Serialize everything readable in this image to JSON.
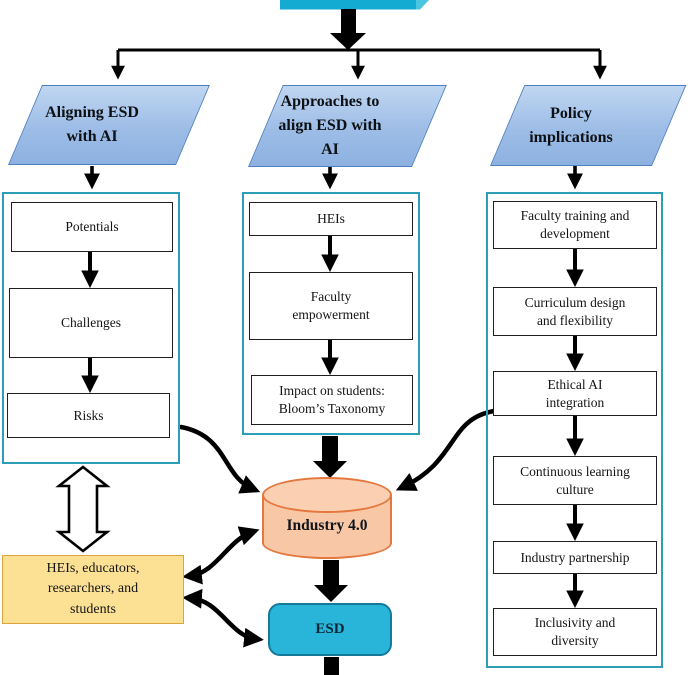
{
  "diagram": {
    "branches": [
      {
        "title": "Aligning ESD\nwith AI",
        "items": [
          "Potentials",
          "Challenges",
          "Risks"
        ]
      },
      {
        "title": "Approaches to\nalign ESD with\nAI",
        "items": [
          "HEIs",
          "Faculty\nempowerment",
          "Impact on students:\nBloom’s Taxonomy"
        ]
      },
      {
        "title": "Policy\nimplications",
        "items": [
          "Faculty training and\ndevelopment",
          "Curriculum design\nand flexibility",
          "Ethical AI\nintegration",
          "Continuous learning\nculture",
          "Industry partnership",
          "Inclusivity and\ndiversity"
        ]
      }
    ],
    "nodes": {
      "industry40": "Industry 4.0",
      "esd": "ESD",
      "stakeholders": "HEIs, educators,\nresearchers, and\nstudents"
    },
    "colors": {
      "top_box_cyan": "#14abd2",
      "esd_fill": "#29b4da",
      "esd_border": "#15799a",
      "parallelogram_fill": "#9dbde7",
      "parallelogram_border": "#4e80bf",
      "container_border": "#2d9db8",
      "cylinder_fill": "#f8c8a6",
      "cylinder_border": "#e3773e",
      "stakeholder_fill": "#fce195",
      "stakeholder_border": "#dca63d",
      "arrow_black": "#000000"
    }
  }
}
